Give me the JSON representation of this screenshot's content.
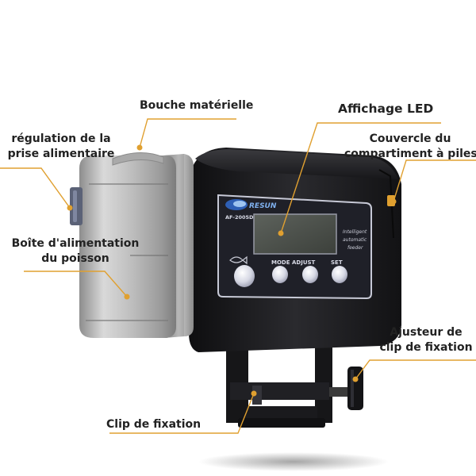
{
  "labels": {
    "bouche": "Bouche matérielle",
    "regulation_1": "régulation de la",
    "regulation_2": "prise alimentaire",
    "affichage": "Affichage LED",
    "couvercle_1": "Couvercle du",
    "couvercle_2": "compartiment à piles",
    "boite_1": "Boîte d'alimentation",
    "boite_2": "du poisson",
    "ajusteur_1": "Ajusteur de",
    "ajusteur_2": "clip de fixation",
    "clip": "Clip de fixation"
  },
  "device": {
    "brand": "RESUN",
    "model": "AF-2005D",
    "panel_text_1": "Intelligent",
    "panel_text_2": "automatic",
    "panel_text_3": "feeder",
    "buttons": [
      "MODE",
      "ADJUST",
      "SET"
    ]
  },
  "colors": {
    "callout": "#e0a030",
    "body": "#1c1c1e",
    "drum": "#b8b8b8",
    "lcd": "#4a4f4a"
  }
}
